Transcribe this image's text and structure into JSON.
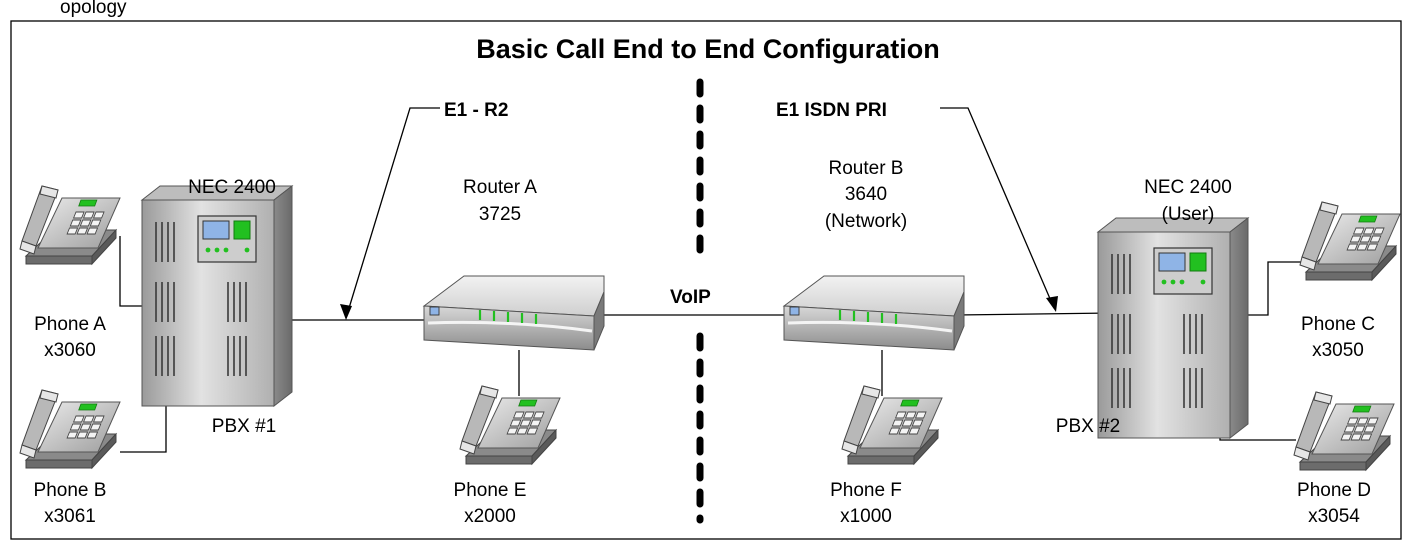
{
  "header_fragment": "opology",
  "title": "Basic Call End to End Configuration",
  "links": {
    "left": "E1 - R2",
    "right": "E1 ISDN PRI",
    "center": "VoIP"
  },
  "pbx_left": {
    "model": "NEC 2400",
    "name": "PBX #1"
  },
  "pbx_right": {
    "model": "NEC 2400",
    "role": "(User)",
    "name": "PBX #2"
  },
  "router_a": {
    "name": "Router A",
    "model": "3725"
  },
  "router_b": {
    "name": "Router B",
    "model": "3640",
    "role": "(Network)"
  },
  "phones": {
    "a": {
      "name": "Phone A",
      "ext": "x3060"
    },
    "b": {
      "name": "Phone B",
      "ext": "x3061"
    },
    "c": {
      "name": "Phone C",
      "ext": "x3050"
    },
    "d": {
      "name": "Phone D",
      "ext": "x3054"
    },
    "e": {
      "name": "Phone E",
      "ext": "x2000"
    },
    "f": {
      "name": "Phone F",
      "ext": "x1000"
    }
  },
  "colors": {
    "pbx_face": "#d4d4d4",
    "router_body": "#cfcfcf",
    "phone_body": "#c8c8c8",
    "indicator_green": "#22c020",
    "screen_blue": "#8fb4e6"
  }
}
